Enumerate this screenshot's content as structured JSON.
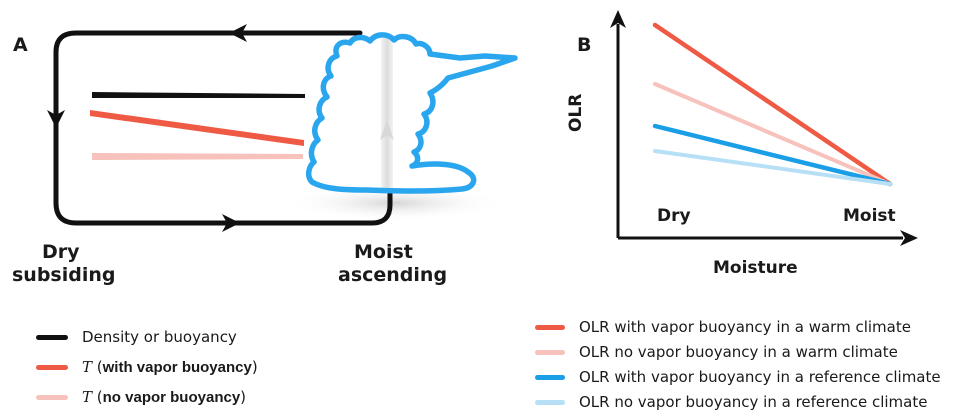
{
  "panel_a": {
    "letter": "A",
    "dry_label_line1": "Dry",
    "dry_label_line2": "subsiding",
    "moist_label_line1": "Moist",
    "moist_label_line2": "ascending"
  },
  "panel_b": {
    "letter": "B",
    "ylabel": "OLR",
    "xlabel": "Moisture",
    "x_dry": "Dry",
    "x_moist": "Moist"
  },
  "colors": {
    "black": "#111111",
    "red": "#ef5a45",
    "pink": "#f7c2bb",
    "blue": "#1a9ee6",
    "light_blue": "#b7e0f7",
    "cloud_blue": "#2aa6ef"
  },
  "legend_a": [
    {
      "prefix": "",
      "text": "Density or buoyancy",
      "color_key": "black"
    },
    {
      "prefix": "T",
      "text": "with vapor buoyancy",
      "color_key": "red"
    },
    {
      "prefix": "T",
      "text": "no vapor buoyancy",
      "color_key": "pink"
    }
  ],
  "legend_b": [
    {
      "text": "OLR with vapor buoyancy in a warm climate",
      "color_key": "red"
    },
    {
      "text": "OLR no vapor buoyancy in a warm climate",
      "color_key": "pink"
    },
    {
      "text": "OLR with vapor buoyancy in a reference climate",
      "color_key": "blue"
    },
    {
      "text": "OLR no vapor buoyancy in a reference climate",
      "color_key": "light_blue"
    }
  ]
}
